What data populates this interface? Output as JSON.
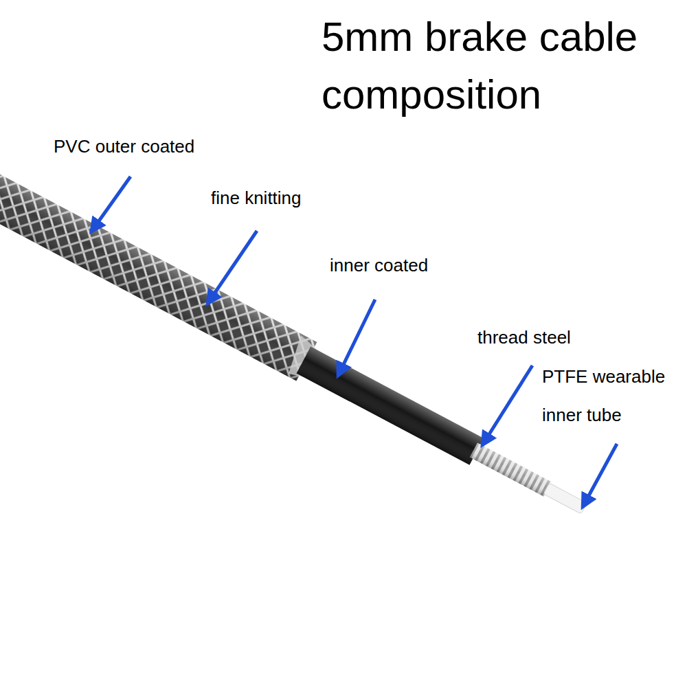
{
  "diagram": {
    "title": "5mm brake cable composition",
    "labels": [
      "PVC outer coated",
      "fine knitting",
      "inner coated",
      "thread steel",
      "PTFE wearable inner tube"
    ]
  }
}
